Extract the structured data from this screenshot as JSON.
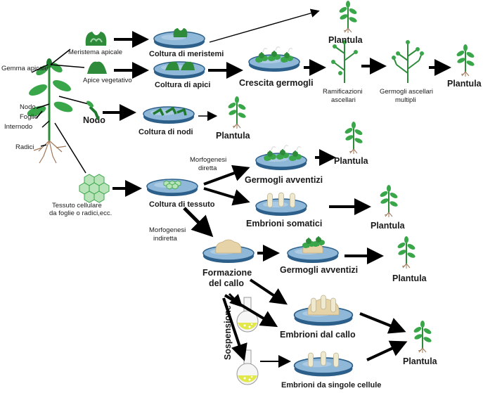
{
  "labels": {
    "meristema_apicale": "Meristema apicale",
    "apice_vegetativo": "Apice vegetativo",
    "gemma_apicale": "Gemma apicale",
    "nodo": "Nodo",
    "foglie": "Foglie",
    "internodo": "Internodo",
    "radici": "Radici",
    "nodo_bold": "Nodo",
    "tessuto_1": "Tessuto cellulare",
    "tessuto_2": "da foglie o radici,ecc.",
    "coltura_meristemi": "Coltura di meristemi",
    "coltura_apici": "Coltura di apici",
    "coltura_nodi": "Coltura di nodi",
    "coltura_tessuto": "Coltura di tessuto",
    "crescita_germogli": "Crescita germogli",
    "ramificazioni_1": "Ramificazioni",
    "ramificazioni_2": "ascellari",
    "germogli_ascellari_1": "Germogli ascellari",
    "germogli_ascellari_2": "multipli",
    "morfogenesi_diretta_1": "Morfogenesi",
    "morfogenesi_diretta_2": "diretta",
    "morfogenesi_indiretta_1": "Morfogenesi",
    "morfogenesi_indiretta_2": "indiretta",
    "germogli_avventizi_1": "Germogli avventizi",
    "embrioni_somatici": "Embrioni somatici",
    "formazione_1": "Formazione",
    "formazione_2": "del callo",
    "germogli_avventizi_2": "Germogli avventizi",
    "sospensione": "Sospensione",
    "embrioni_callo": "Embrioni dal callo",
    "embrioni_cellule": "Embrioni da singole cellule",
    "plantula": "Plantula"
  },
  "colors": {
    "dish_fill": "#8fb8d8",
    "dish_rim": "#2c5f8a",
    "leaf": "#3aa64a",
    "leaf_dark": "#1f7a2e",
    "arrow": "#000000",
    "root": "#a0785a",
    "embryo": "#efe9cf",
    "callus": "#e6d3a8",
    "flask_liquid": "#e2e84a"
  }
}
